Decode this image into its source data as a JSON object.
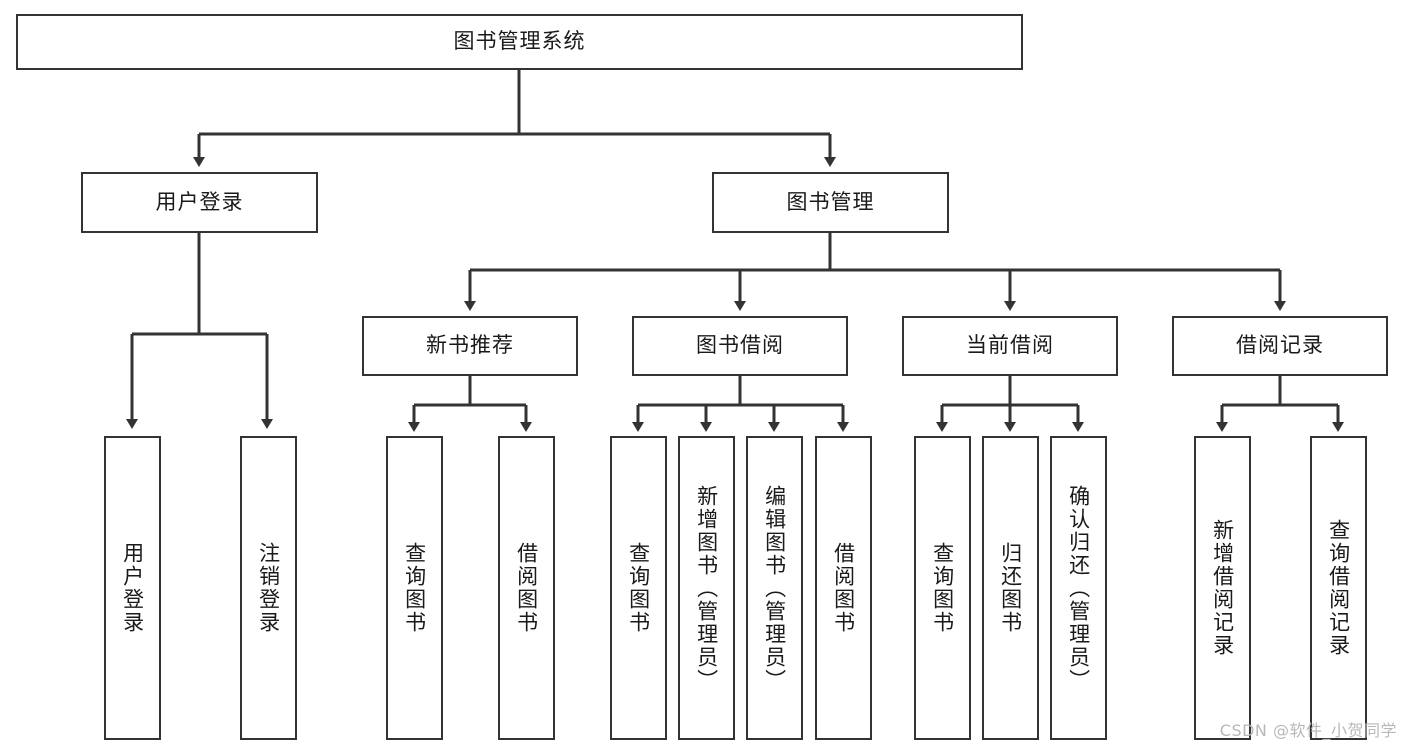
{
  "diagram": {
    "title_node": {
      "label": "图书管理系统"
    },
    "level2": [
      {
        "label": "用户登录"
      },
      {
        "label": "图书管理"
      }
    ],
    "level3": [
      {
        "label": "新书推荐"
      },
      {
        "label": "图书借阅"
      },
      {
        "label": "当前借阅"
      },
      {
        "label": "借阅记录"
      }
    ],
    "leaves": [
      {
        "label": "用户登录"
      },
      {
        "label": "注销登录"
      },
      {
        "label": "查询图书"
      },
      {
        "label": "借阅图书"
      },
      {
        "label": "查询图书"
      },
      {
        "label": "新增图书（管理员）"
      },
      {
        "label": "编辑图书（管理员）"
      },
      {
        "label": "借阅图书"
      },
      {
        "label": "查询图书"
      },
      {
        "label": "归还图书"
      },
      {
        "label": "确认归还（管理员）"
      },
      {
        "label": "新增借阅记录"
      },
      {
        "label": "查询借阅记录"
      }
    ]
  },
  "watermark": {
    "text": "CSDN @软件_小贺同学"
  },
  "colors": {
    "stroke": "#333333",
    "fill": "#ffffff",
    "text": "#1a1a1a",
    "watermark": "#b8b8b8"
  }
}
